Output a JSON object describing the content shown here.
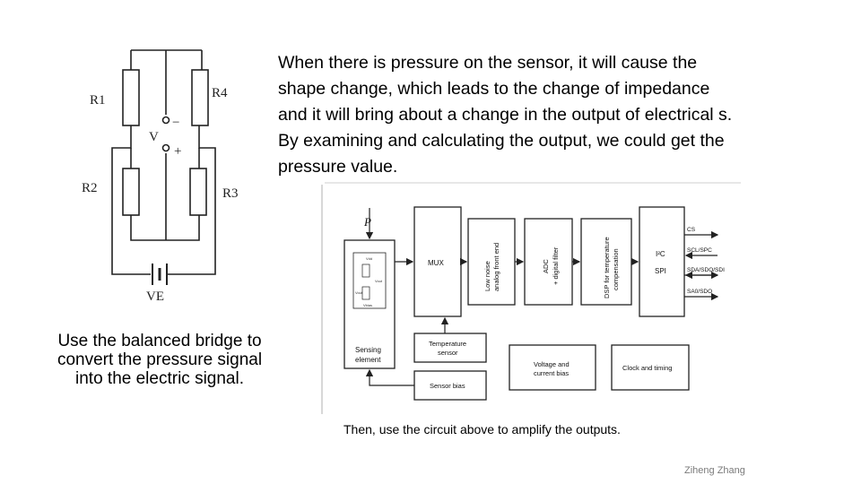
{
  "main_text": [
    "When there is pressure on the sensor, it will cause the",
    "shape change, which leads to the change of impedance",
    "and it will bring about a change in the output of electrical s.",
    "By examining and calculating the output, we could get the",
    "pressure value."
  ],
  "left_caption": [
    "Use the balanced bridge to",
    "convert the pressure signal",
    "into the electric signal."
  ],
  "bottom_caption": "Then, use the circuit above to amplify the outputs.",
  "author": "Ziheng Zhang",
  "bridge_circuit": {
    "labels": {
      "r1": "R1",
      "r2": "R2",
      "r3": "R3",
      "r4": "R4",
      "v": "V",
      "minus": "−",
      "plus": "+",
      "ve": "VE"
    }
  },
  "block_diagram": {
    "pressure": "P",
    "mux": "MUX",
    "low_noise": [
      "Low noise",
      "analog front end"
    ],
    "adc": [
      "ADC",
      "+ digital filter"
    ],
    "dsp": [
      "DSP for temperature",
      "compensation"
    ],
    "i2c": "I²C",
    "spi": "SPI",
    "pins": [
      "CS",
      "SCL/SPC",
      "SDA/SDO/SDI",
      "SA0/SDO"
    ],
    "sensing_element": [
      "Sensing",
      "element"
    ],
    "temperature_sensor": [
      "Temperature",
      "sensor"
    ],
    "sensor_bias": "Sensor bias",
    "voltage_bias": [
      "Voltage and",
      "current bias"
    ],
    "clock_timing": "Clock and timing",
    "inner_bridge": [
      "Vdd",
      "Vout",
      "Vout",
      "Vbias"
    ]
  }
}
